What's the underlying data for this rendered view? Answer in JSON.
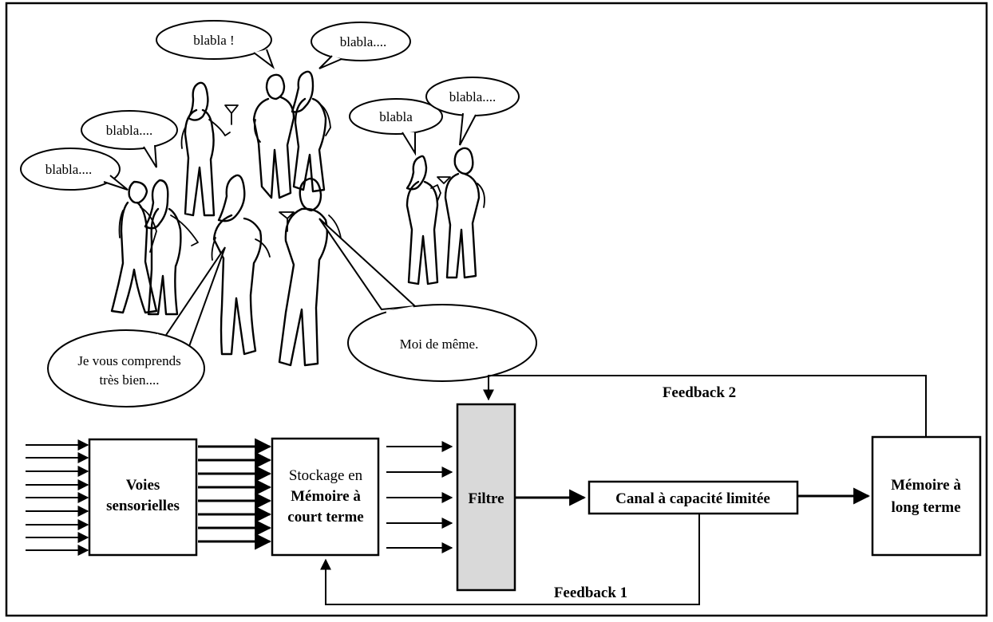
{
  "bubbles": {
    "b1": "blabla !",
    "b2": "blabla....",
    "b3": "blabla....",
    "b4": "blabla....",
    "b5": "blabla",
    "b6": "blabla....",
    "speaker_left_line1": "Je vous comprends",
    "speaker_left_line2": "très bien....",
    "speaker_right": "Moi de même."
  },
  "boxes": {
    "sensory_line1": "Voies",
    "sensory_line2": "sensorielles",
    "stm_line1": "Stockage en",
    "stm_line2": "Mémoire à",
    "stm_line3": "court terme",
    "filter": "Filtre",
    "channel": "Canal à capacité limitée",
    "ltm_line1": "Mémoire à",
    "ltm_line2": "long terme"
  },
  "feedback": {
    "f1": "Feedback 1",
    "f2": "Feedback 2"
  },
  "colors": {
    "filter_fill": "#d9d9d9"
  }
}
